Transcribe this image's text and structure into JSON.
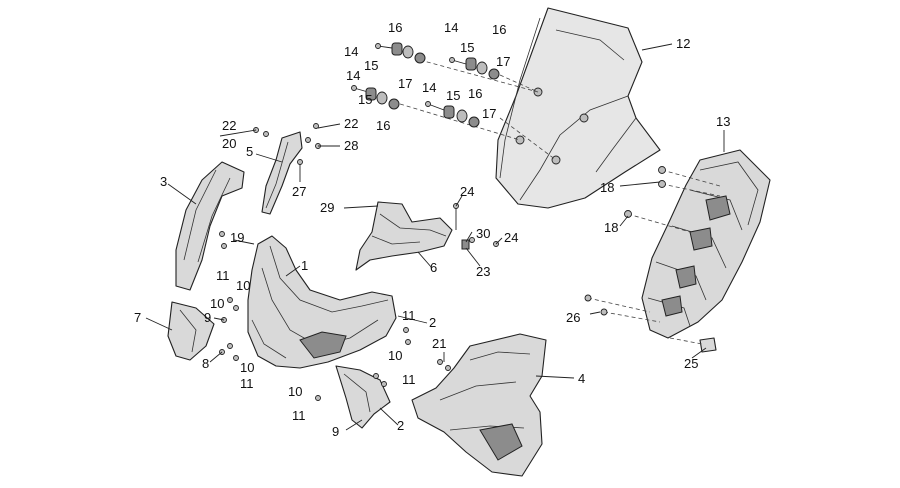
{
  "callouts": [
    {
      "id": "c1",
      "text": "1"
    },
    {
      "id": "c2a",
      "text": "2"
    },
    {
      "id": "c2b",
      "text": "2"
    },
    {
      "id": "c3",
      "text": "3"
    },
    {
      "id": "c4",
      "text": "4"
    },
    {
      "id": "c5",
      "text": "5"
    },
    {
      "id": "c6",
      "text": "6"
    },
    {
      "id": "c7",
      "text": "7"
    },
    {
      "id": "c8",
      "text": "8"
    },
    {
      "id": "c9a",
      "text": "9"
    },
    {
      "id": "c9b",
      "text": "9"
    },
    {
      "id": "c10a",
      "text": "10"
    },
    {
      "id": "c10b",
      "text": "10"
    },
    {
      "id": "c10c",
      "text": "10"
    },
    {
      "id": "c10d",
      "text": "10"
    },
    {
      "id": "c10e",
      "text": "10"
    },
    {
      "id": "c11a",
      "text": "11"
    },
    {
      "id": "c11b",
      "text": "11"
    },
    {
      "id": "c11c",
      "text": "11"
    },
    {
      "id": "c11d",
      "text": "11"
    },
    {
      "id": "c11e",
      "text": "11"
    },
    {
      "id": "c12",
      "text": "12"
    },
    {
      "id": "c13",
      "text": "13"
    },
    {
      "id": "c14a",
      "text": "14"
    },
    {
      "id": "c14b",
      "text": "14"
    },
    {
      "id": "c14c",
      "text": "14"
    },
    {
      "id": "c14d",
      "text": "14"
    },
    {
      "id": "c15a",
      "text": "15"
    },
    {
      "id": "c15b",
      "text": "15"
    },
    {
      "id": "c15c",
      "text": "15"
    },
    {
      "id": "c15d",
      "text": "15"
    },
    {
      "id": "c16a",
      "text": "16"
    },
    {
      "id": "c16b",
      "text": "16"
    },
    {
      "id": "c16c",
      "text": "16"
    },
    {
      "id": "c16d",
      "text": "16"
    },
    {
      "id": "c17a",
      "text": "17"
    },
    {
      "id": "c17b",
      "text": "17"
    },
    {
      "id": "c17c",
      "text": "17"
    },
    {
      "id": "c18a",
      "text": "18"
    },
    {
      "id": "c18b",
      "text": "18"
    },
    {
      "id": "c19",
      "text": "19"
    },
    {
      "id": "c20",
      "text": "20"
    },
    {
      "id": "c21",
      "text": "21"
    },
    {
      "id": "c22a",
      "text": "22"
    },
    {
      "id": "c22b",
      "text": "22"
    },
    {
      "id": "c23",
      "text": "23"
    },
    {
      "id": "c24a",
      "text": "24"
    },
    {
      "id": "c24b",
      "text": "24"
    },
    {
      "id": "c25",
      "text": "25"
    },
    {
      "id": "c26",
      "text": "26"
    },
    {
      "id": "c27",
      "text": "27"
    },
    {
      "id": "c28",
      "text": "28"
    },
    {
      "id": "c29",
      "text": "29"
    },
    {
      "id": "c30",
      "text": "30"
    }
  ]
}
